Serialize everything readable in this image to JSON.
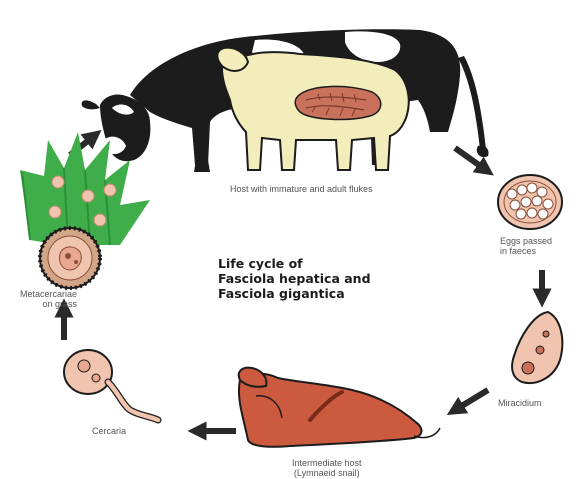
{
  "title_lines": [
    "Life cycle of",
    "Fasciola hepatica and",
    "Fasciola gigantica"
  ],
  "labels": {
    "host": "Host with immature and adult flukes",
    "eggs_line1": "Eggs passed",
    "eggs_line2": "in faeces",
    "miracidium": "Miracidium",
    "snail_line1": "Intermediate host",
    "snail_line2": "(Lymnaeid snail)",
    "cercaria": "Cercaria",
    "meta_line1": "Metacercariae",
    "meta_line2": "on grass"
  },
  "colors": {
    "ink": "#1c1c1c",
    "cow_white": "#ffffff",
    "sheep": "#f3ecbb",
    "fluke": "#c9715a",
    "snail": "#cc5a3f",
    "stage_pink": "#f0c4ae",
    "grass": "#3fae4a",
    "arrow": "#2a2a2a"
  }
}
